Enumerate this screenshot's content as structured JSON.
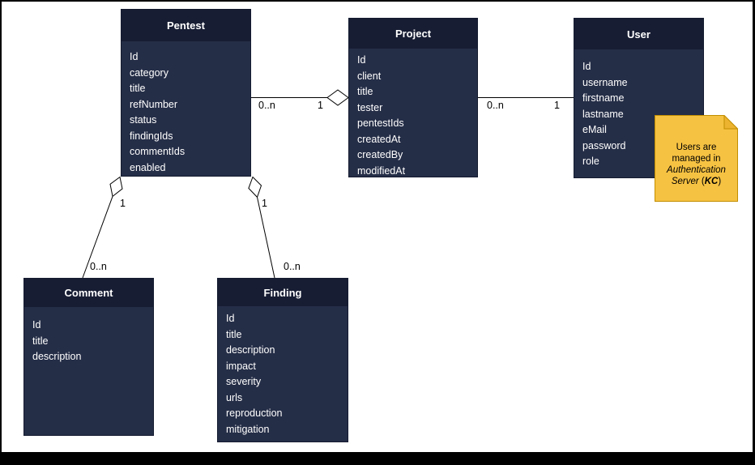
{
  "diagram": {
    "entities": [
      {
        "title": "Pentest",
        "fields": [
          "Id",
          "category",
          "title",
          "refNumber",
          "status",
          "findingIds",
          "commentIds",
          "enabled"
        ]
      },
      {
        "title": "Project",
        "fields": [
          "Id",
          "client",
          "title",
          "tester",
          "pentestIds",
          "createdAt",
          "createdBy",
          "modifiedAt"
        ]
      },
      {
        "title": "User",
        "fields": [
          "Id",
          "username",
          "firstname",
          "lastname",
          "eMail",
          "password",
          "role"
        ]
      },
      {
        "title": "Comment",
        "fields": [
          "Id",
          "title",
          "description"
        ]
      },
      {
        "title": "Finding",
        "fields": [
          "Id",
          "title",
          "description",
          "impact",
          "severity",
          "urls",
          "reproduction",
          "mitigation"
        ]
      }
    ],
    "relations": [
      {
        "source": "Pentest",
        "target": "Project",
        "type": "aggregation",
        "source_multiplicity": "0..n",
        "target_multiplicity": "1"
      },
      {
        "source": "Project",
        "target": "User",
        "type": "association",
        "source_multiplicity": "0..n",
        "target_multiplicity": "1"
      },
      {
        "source": "Pentest",
        "target": "Comment",
        "type": "aggregation",
        "source_multiplicity": "1",
        "target_multiplicity": "0..n"
      },
      {
        "source": "Pentest",
        "target": "Finding",
        "type": "aggregation",
        "source_multiplicity": "1",
        "target_multiplicity": "0..n"
      }
    ],
    "note": {
      "text_1": "Users are managed in ",
      "text_italic": "Authentication Server",
      "text_2": " (",
      "text_bold_italic": "KC",
      "text_3": ")"
    },
    "colors": {
      "entity_header": "#171D33",
      "entity_body": "#252E47",
      "entity_text": "#FFFFFF",
      "note_fill": "#F6C242",
      "note_border": "#C28E00",
      "connector": "#000000",
      "canvas": "#FFFFFF",
      "frame": "#000000"
    }
  }
}
